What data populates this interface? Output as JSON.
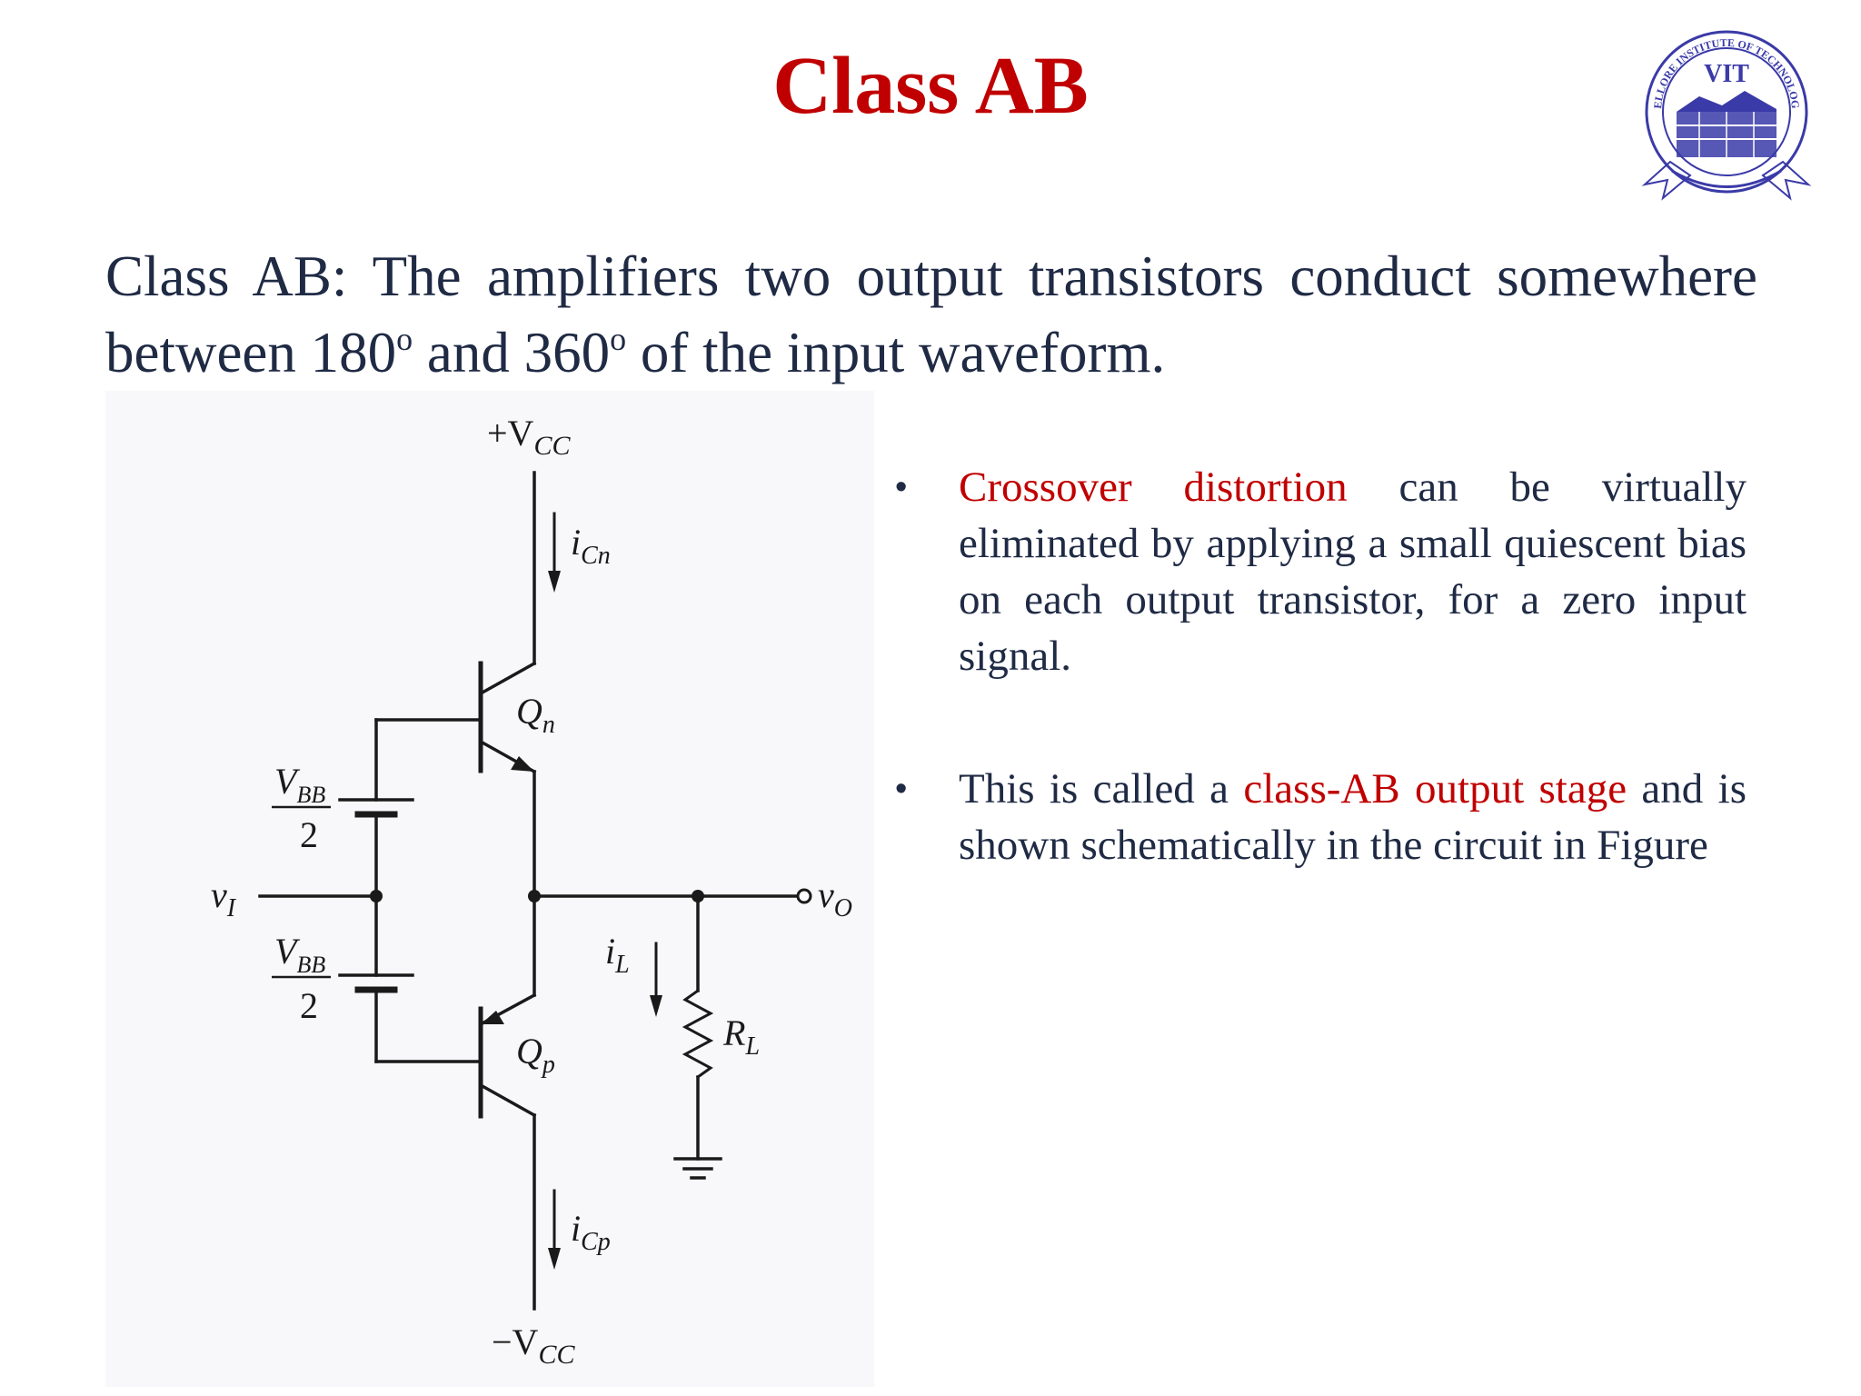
{
  "colors": {
    "title": "#c00000",
    "body_text": "#1f2a44",
    "highlight": "#c00000",
    "circuit": "#1a1a1a",
    "logo_blue": "#3a3aa8",
    "panel_bg": "#f8f8fa"
  },
  "slide": {
    "title": "Class AB",
    "intro": {
      "part1": "Class AB: The amplifiers two output transistors conduct somewhere between 180",
      "sup1": "o",
      "part2": " and 360",
      "sup2": "o",
      "part3": " of the input waveform."
    }
  },
  "logo": {
    "text": "VIT",
    "ring_text": "VELLORE INSTITUTE OF TECHNOLOGY"
  },
  "circuit": {
    "supply_top": "+V",
    "supply_top_sub": "CC",
    "supply_bottom": "−V",
    "supply_bottom_sub": "CC",
    "i_cn": "i",
    "i_cn_sub": "Cn",
    "i_cp": "i",
    "i_cp_sub": "Cp",
    "q_n": "Q",
    "q_n_sub": "n",
    "q_p": "Q",
    "q_p_sub": "p",
    "vbb": "V",
    "vbb_sub": "BB",
    "vbb_den": "2",
    "v_in": "v",
    "v_in_sub": "I",
    "v_out": "v",
    "v_out_sub": "O",
    "i_l": "i",
    "i_l_sub": "L",
    "r_l": "R",
    "r_l_sub": "L"
  },
  "bullets": [
    {
      "marker": "•",
      "highlight": "Crossover distortion",
      "text": " can be virtually eliminated by applying a small quiescent bias on each output transistor, for a zero input signal."
    },
    {
      "marker": "•",
      "pre": "This is called a ",
      "highlight": "class-AB output stage",
      "post": " and is shown schematically in the circuit in Figure"
    }
  ]
}
